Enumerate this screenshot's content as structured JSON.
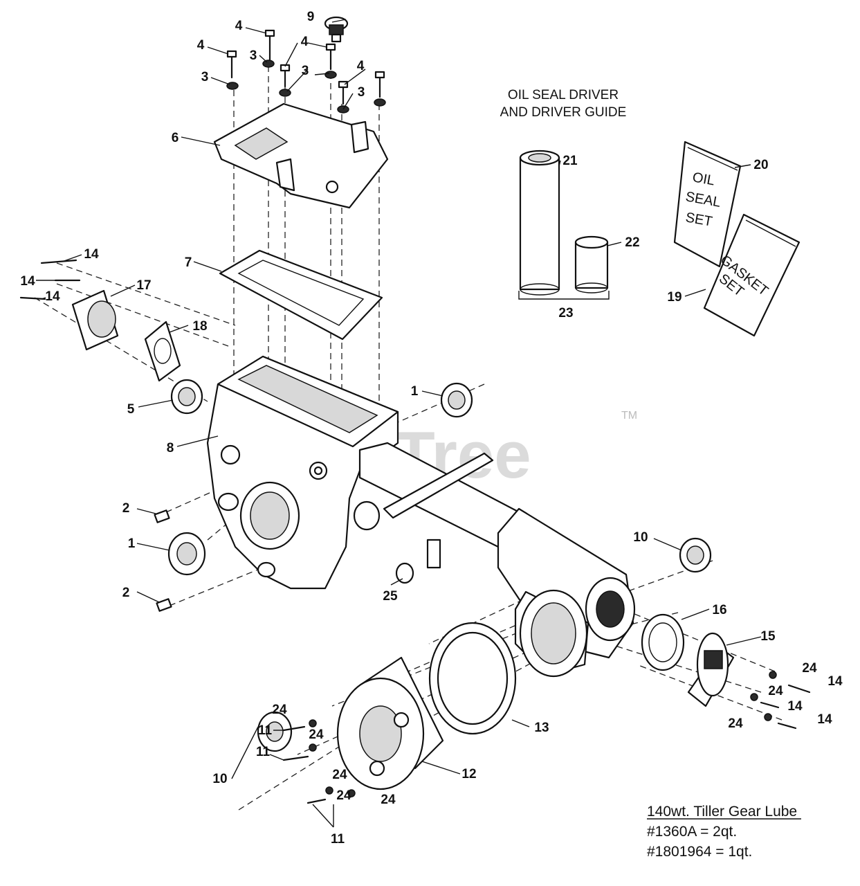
{
  "watermark": {
    "text": "PartsTree",
    "trademark": "TM"
  },
  "captions": {
    "oil_seal_driver_line1": "OIL SEAL DRIVER",
    "oil_seal_driver_line2": "AND DRIVER GUIDE",
    "bag_oil_seal_1": "OIL",
    "bag_oil_seal_2": "SEAL",
    "bag_oil_seal_3": "SET",
    "bag_gasket_1": "GASKET",
    "bag_gasket_2": "SET"
  },
  "lube_note": {
    "title": "140wt. Tiller Gear Lube",
    "line1": "#1360A = 2qt.",
    "line2": "#1801964 = 1qt."
  },
  "callouts": [
    "1",
    "1",
    "2",
    "2",
    "3",
    "3",
    "3",
    "3",
    "4",
    "4",
    "4",
    "4",
    "5",
    "6",
    "7",
    "8",
    "9",
    "10",
    "10",
    "11",
    "11",
    "11",
    "12",
    "13",
    "14",
    "14",
    "14",
    "14",
    "14",
    "14",
    "15",
    "16",
    "17",
    "18",
    "19",
    "20",
    "21",
    "22",
    "23",
    "24",
    "24",
    "24",
    "24",
    "24",
    "24",
    "24",
    "24",
    "25"
  ]
}
